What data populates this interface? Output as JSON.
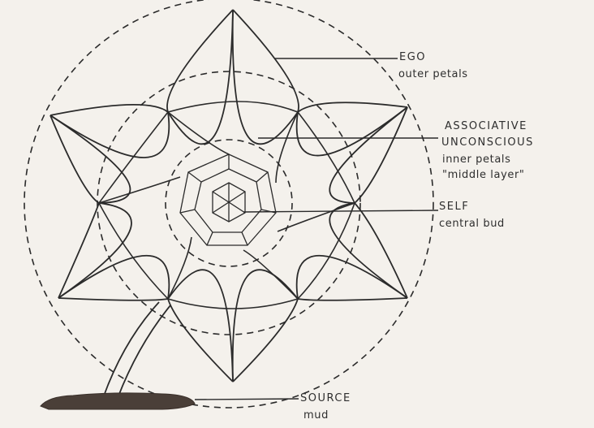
{
  "diagram": {
    "labels": {
      "ego_title": "EGO",
      "ego_sub": "outer petals",
      "assoc_title_1": "ASSOCIATIVE",
      "assoc_title_2": "UNCONSCIOUS",
      "assoc_sub_1": "inner petals",
      "assoc_sub_2": "\"middle layer\"",
      "self_title": "SELF",
      "self_sub": "central bud",
      "source_title": "SOURCE",
      "source_sub": "mud"
    },
    "colors": {
      "ink": "#2b2b2b",
      "paper": "#f4f1ec",
      "mud": "#4a3f38"
    }
  }
}
